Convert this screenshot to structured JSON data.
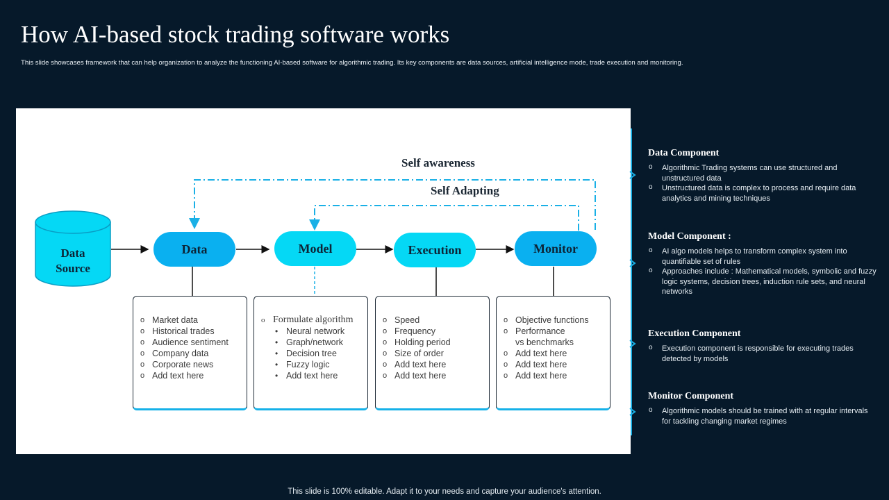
{
  "header": {
    "title": "How AI-based stock trading software works",
    "subtitle": "This slide showcases framework that can help organization to analyze the functioning AI-based software for algorithmic trading. Its key components are data sources, artificial intelligence mode, trade execution and monitoring."
  },
  "diagram": {
    "source_label_line1": "Data",
    "source_label_line2": "Source",
    "loop_outer": "Self awareness",
    "loop_inner": "Self Adapting",
    "nodes": [
      "Data",
      "Model",
      "Execution",
      "Monitor"
    ],
    "boxes": [
      {
        "items": [
          "Market data",
          "Historical trades",
          "Audience sentiment",
          "Company data",
          "Corporate  news",
          "Add text here"
        ]
      },
      {
        "heading": "Formulate algorithm",
        "items": [
          "Neural network",
          "Graph/network",
          "Decision tree",
          "Fuzzy logic",
          "Add text here"
        ]
      },
      {
        "items": [
          "Speed",
          "Frequency",
          "Holding period",
          "Size of order",
          "Add text here",
          "Add text here"
        ]
      },
      {
        "items": [
          "Objective functions",
          "Performance",
          "vs benchmarks",
          "Add text here",
          "Add text here",
          "Add text here"
        ]
      }
    ]
  },
  "components": [
    {
      "title": "Data Component",
      "bullets": [
        "Algorithmic Trading systems can use structured and unstructured data",
        "Unstructured data is complex to process and require data analytics and mining techniques"
      ]
    },
    {
      "title": "Model Component :",
      "bullets": [
        "AI  algo models helps to transform complex system into quantifiable set of rules",
        "Approaches include : Mathematical models, symbolic and fuzzy  logic systems, decision trees, induction rule sets, and neural networks"
      ]
    },
    {
      "title": "Execution Component",
      "bullets": [
        "Execution component is responsible for executing trades detected by models"
      ]
    },
    {
      "title": "Monitor Component",
      "bullets": [
        "Algorithmic models should be trained with at regular intervals for tackling changing market regimes"
      ]
    }
  ],
  "footer": "This slide is 100% editable. Adapt it to your needs and capture your audience's attention.",
  "colors": {
    "background": "#06192a",
    "node_blue": "#0ab0f0",
    "node_cyan": "#05d8f5",
    "accent_line": "#1ab0e6"
  }
}
